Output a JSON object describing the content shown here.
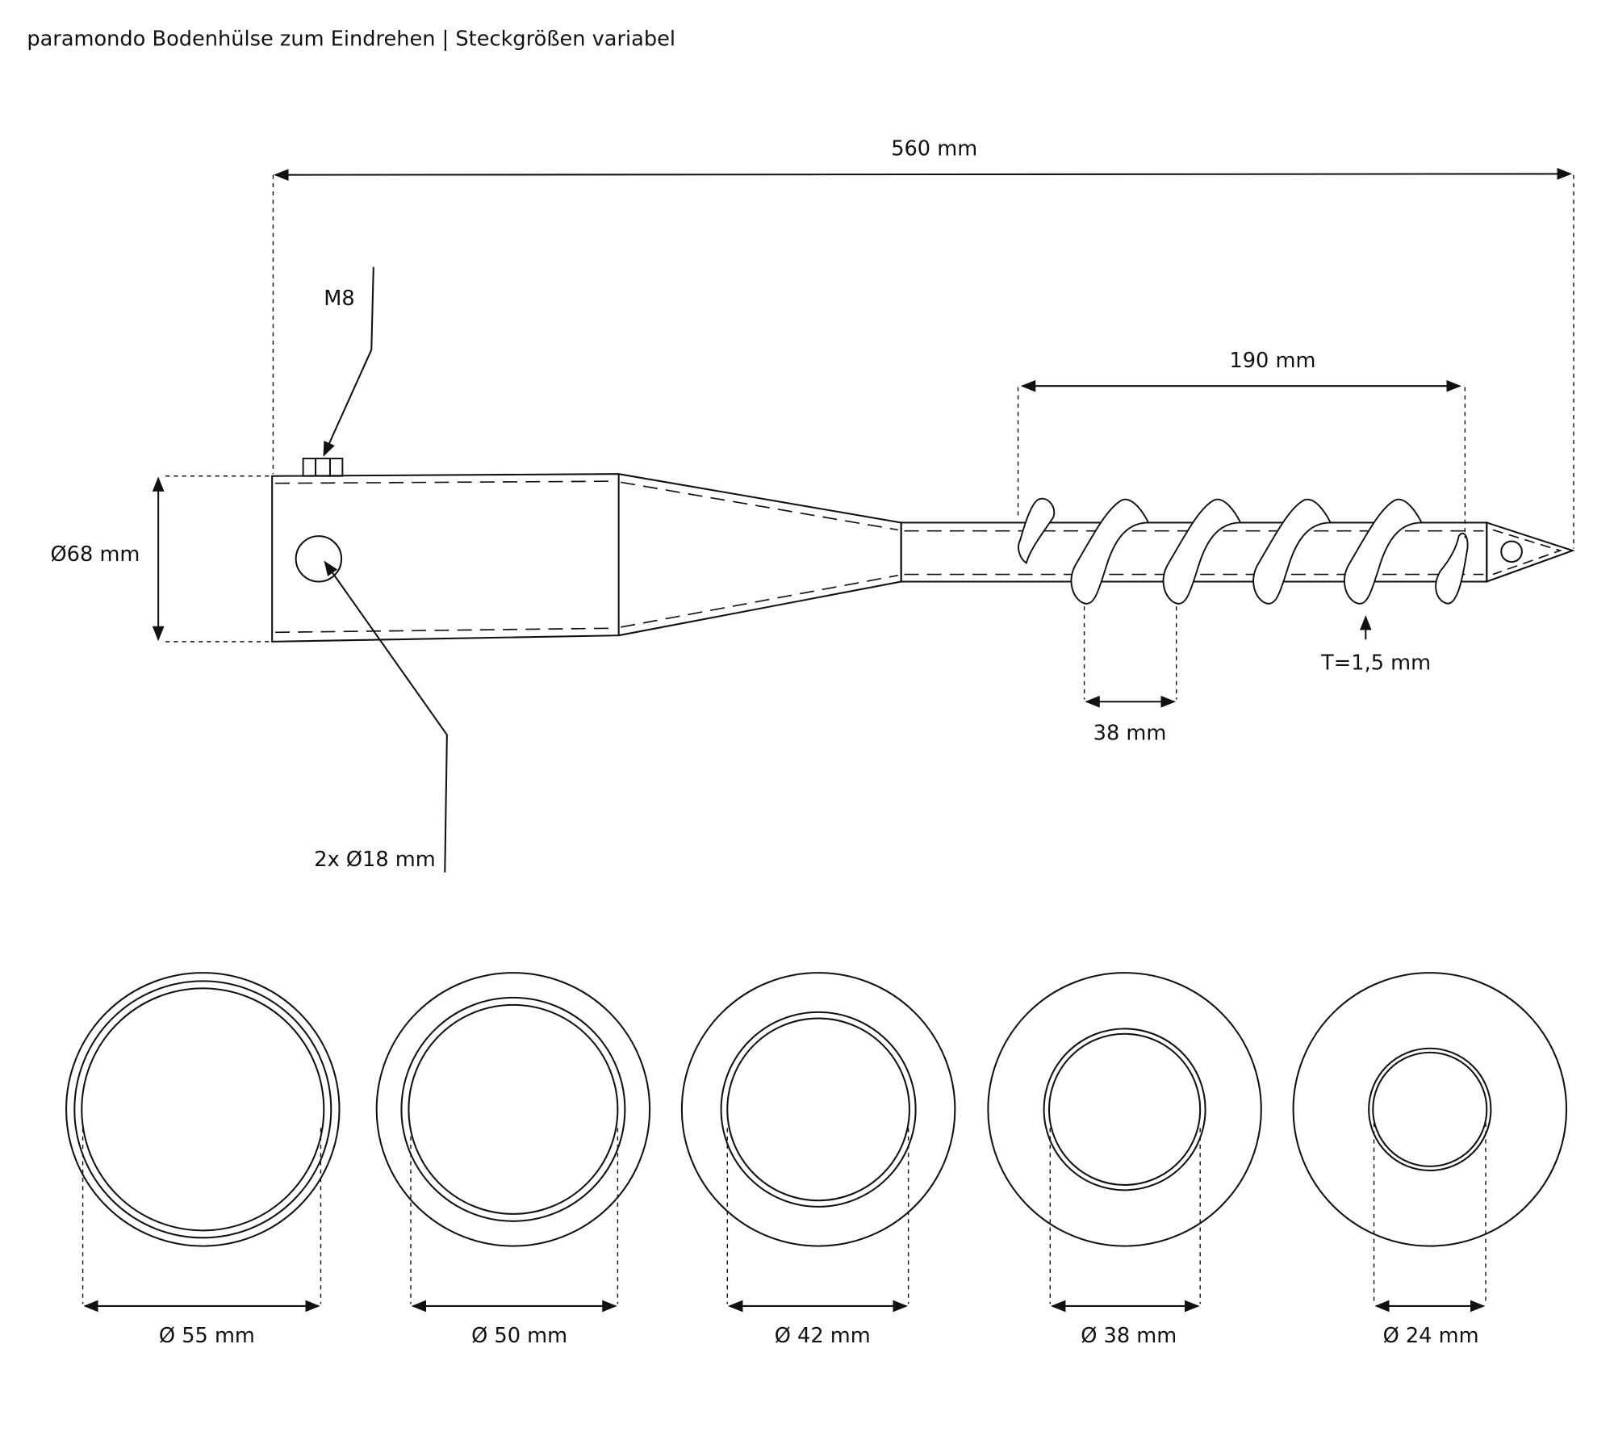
{
  "title": "paramondo Bodenhülse zum Eindrehen | Steckgrößen variabel",
  "dimensions": {
    "total_length": "560 mm",
    "thread_length": "190 mm",
    "screw_label": "M8",
    "sleeve_diameter": "Ø68 mm",
    "holes": "2x Ø18 mm",
    "pitch": "38 mm",
    "thickness": "T=1,5 mm"
  },
  "sizes": [
    {
      "label": "Ø 55 mm"
    },
    {
      "label": "Ø 50 mm"
    },
    {
      "label": "Ø 42 mm"
    },
    {
      "label": "Ø 38 mm"
    },
    {
      "label": "Ø 24 mm"
    }
  ],
  "colors": {
    "line": "#111111",
    "background": "#ffffff"
  }
}
